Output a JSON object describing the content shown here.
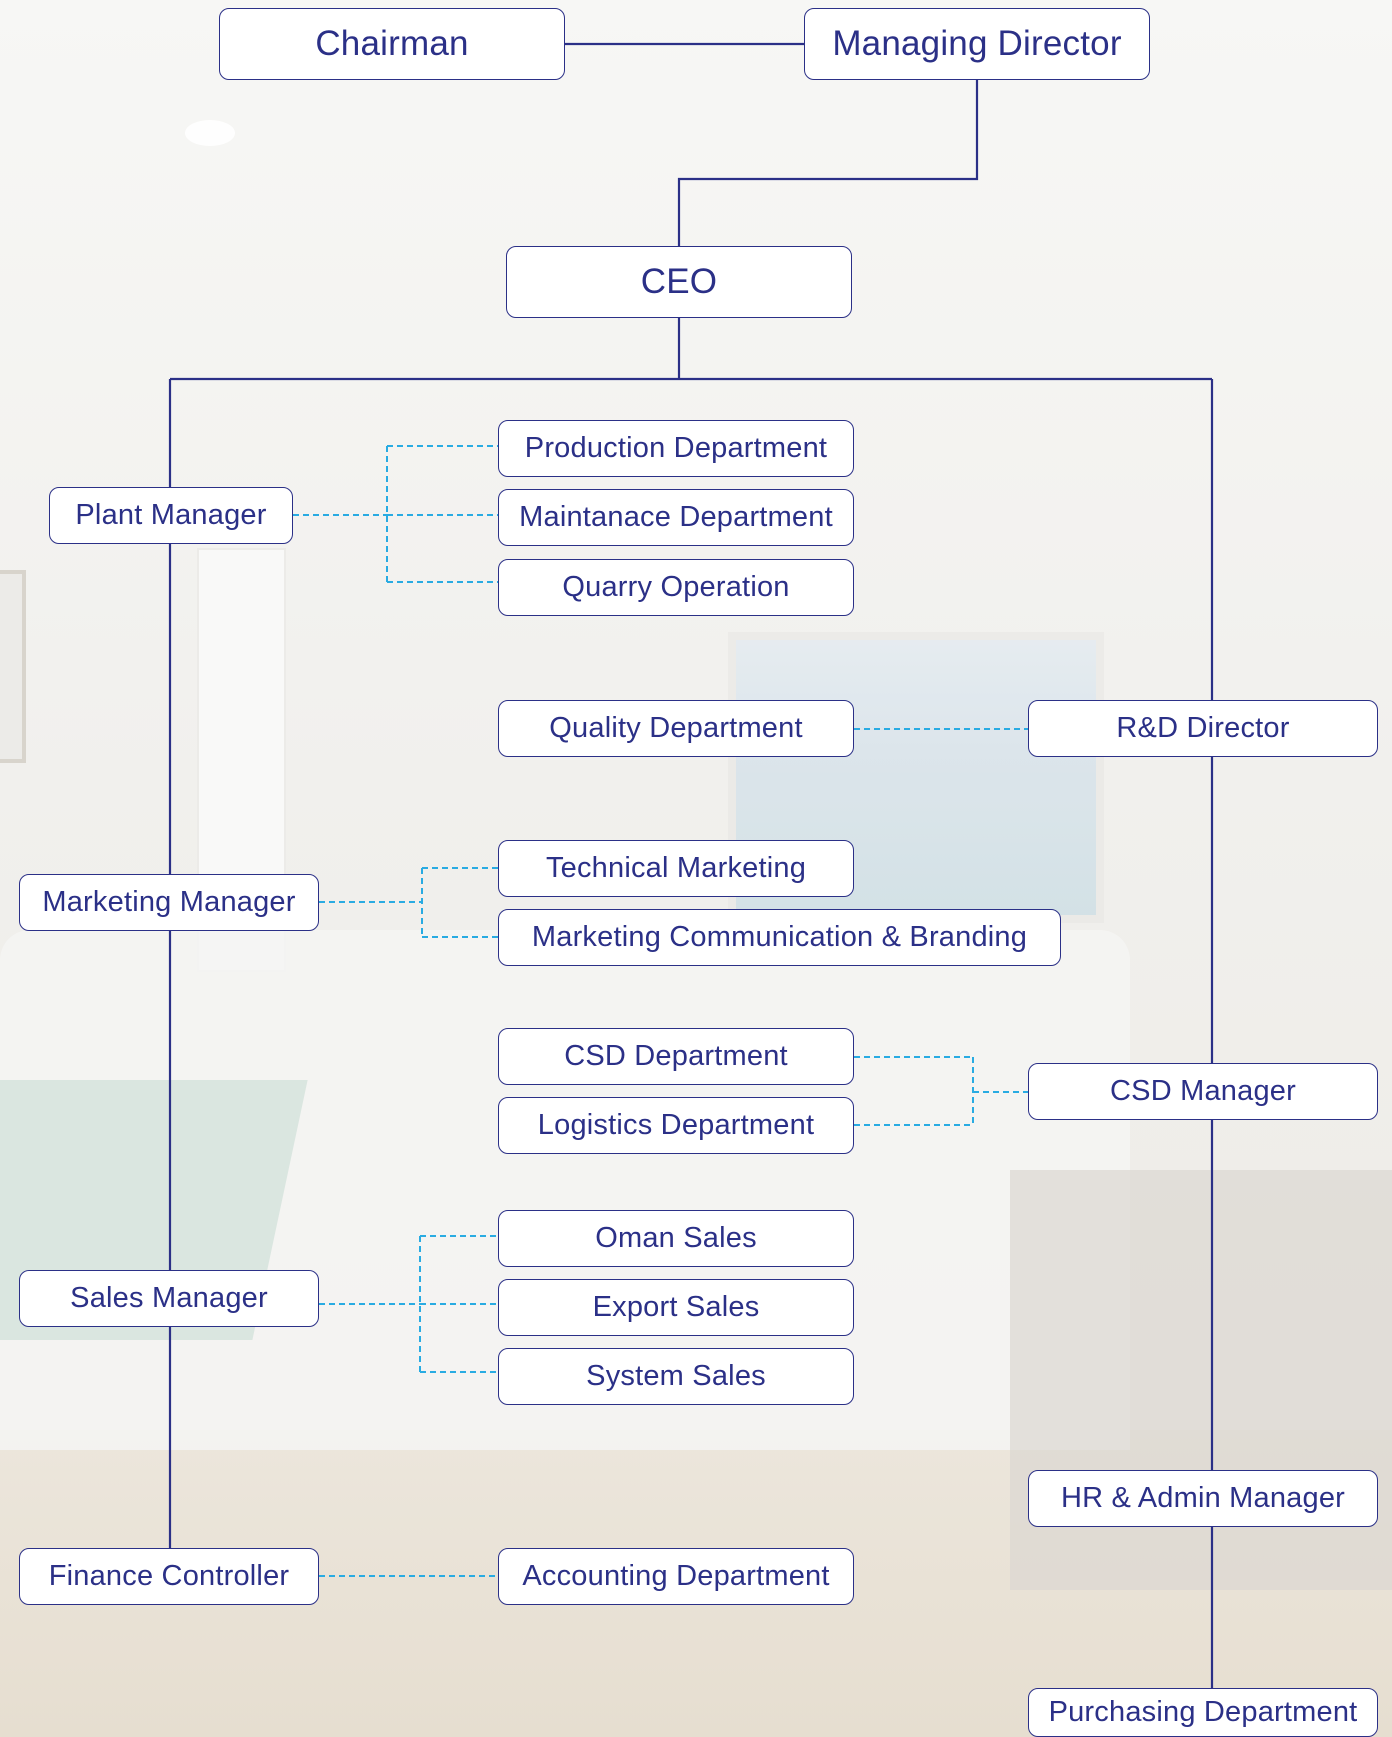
{
  "colors": {
    "box_border": "#2b3087",
    "text": "#2b3087",
    "solid_connector": "#2b3087",
    "dashed_connector": "#29abe2",
    "box_fill": "#ffffff"
  },
  "top": {
    "chairman": "Chairman",
    "managing_director": "Managing Director",
    "ceo": "CEO"
  },
  "left_managers": {
    "plant_manager": "Plant Manager",
    "marketing_manager": "Marketing Manager",
    "sales_manager": "Sales Manager",
    "finance_controller": "Finance Controller"
  },
  "right_managers": {
    "rd_director": "R&D Director",
    "csd_manager": "CSD Manager",
    "hr_admin_manager": "HR & Admin Manager",
    "purchasing_department": "Purchasing Department"
  },
  "departments": {
    "production": "Production Department",
    "maintenance": "Maintanace Department",
    "quarry": "Quarry Operation",
    "quality": "Quality Department",
    "technical_marketing": "Technical Marketing",
    "marcom_branding": "Marketing Communication & Branding",
    "csd_department": "CSD Department",
    "logistics": "Logistics Department",
    "oman_sales": "Oman Sales",
    "export_sales": "Export Sales",
    "system_sales": "System Sales",
    "accounting": "Accounting Department"
  }
}
